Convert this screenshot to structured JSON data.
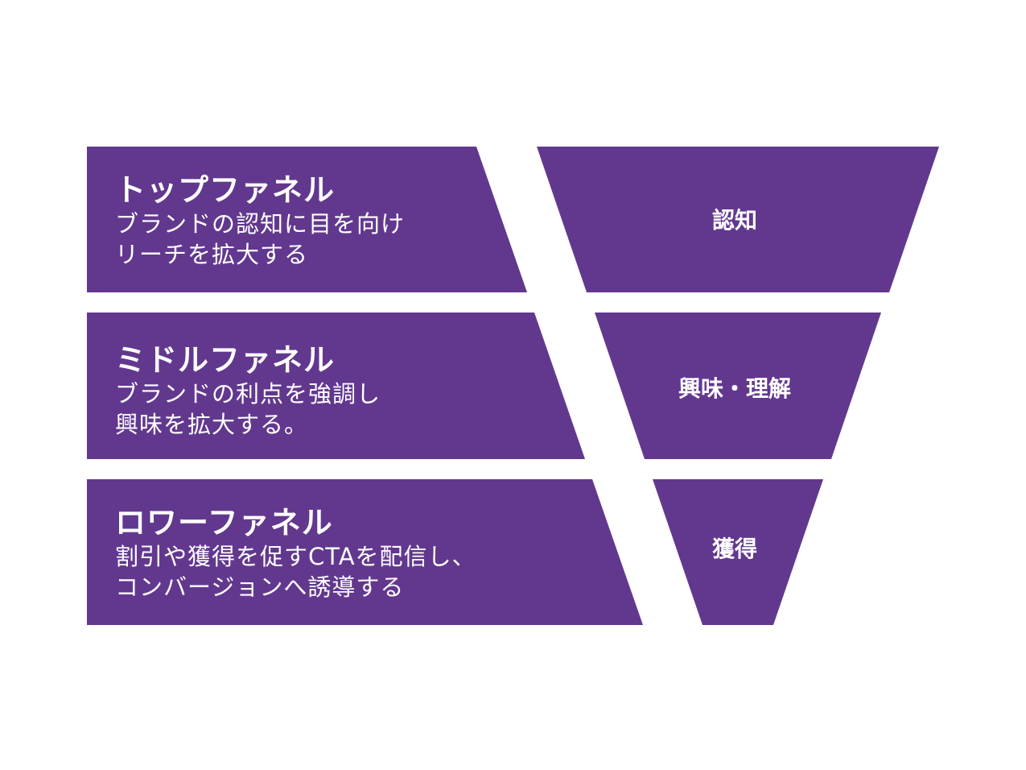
{
  "theme": {
    "fill": "#62388f",
    "text": "#ffffff",
    "background": "#ffffff"
  },
  "stages": [
    {
      "title": "トップファネル",
      "desc1": "ブランドの認知に目を向け",
      "desc2": "リーチを拡大する",
      "funnel_label": "認知"
    },
    {
      "title": "ミドルファネル",
      "desc1": "ブランドの利点を強調し",
      "desc2": "興味を拡大する。",
      "funnel_label": "興味・理解"
    },
    {
      "title": "ロワーファネル",
      "desc1": "割引や獲得を促すCTAを配信し、",
      "desc2": "コンバージョンへ誘導する",
      "funnel_label": "獲得"
    }
  ]
}
